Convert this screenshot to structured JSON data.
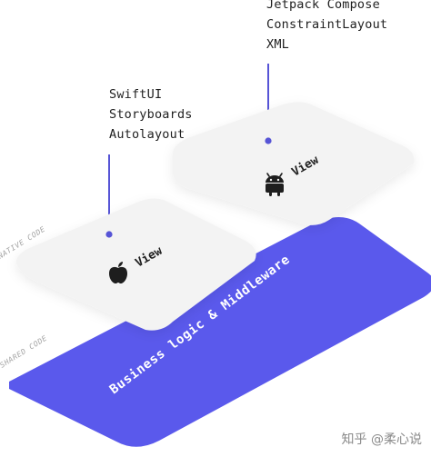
{
  "layers": {
    "shared": {
      "title": "Business logic & Middleware",
      "side_label": "SHARED CODE",
      "color": "#5A59EC"
    },
    "native": {
      "side_label": "NATIVE CODE",
      "card_color": "#F3F3F3"
    }
  },
  "platforms": {
    "ios": {
      "icon": "apple-icon",
      "card_label": "View",
      "frameworks": [
        "SwiftUI",
        "Storyboards",
        "Autolayout"
      ]
    },
    "android": {
      "icon": "android-icon",
      "card_label": "View",
      "frameworks": [
        "Jetpack Compose",
        "ConstraintLayout",
        "XML"
      ]
    }
  },
  "connector_color": "#5654D6",
  "watermark": "知乎 @柔心说"
}
